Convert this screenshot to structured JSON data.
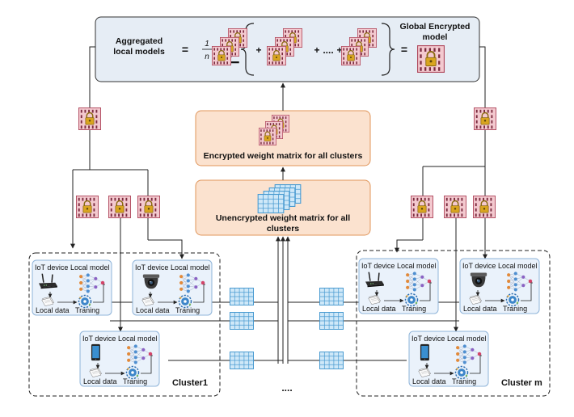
{
  "aggregation": {
    "label_line1": "Aggregated",
    "label_line2": "local models",
    "equals": "=",
    "fraction_num": "1",
    "fraction_den": "n",
    "times": "*",
    "sigma": "∑",
    "plus1": "+",
    "plus2": "+",
    "dots": "....",
    "plus3": "+",
    "equals2": "=",
    "global_line1": "Global Encrypted",
    "global_line2": "model"
  },
  "encrypted_box": {
    "label": "Encrypted weight matrix for all clusters"
  },
  "unencrypted_box": {
    "label_line1": "Unencrypted weight matrix for all",
    "label_line2": "clusters"
  },
  "device_box": {
    "iot_device": "IoT device",
    "local_model": "Local model",
    "local_data": "Local data",
    "training": "Traning"
  },
  "clusters": {
    "cluster1": "Cluster1",
    "clusterm": "Cluster m"
  },
  "middle_dots": "....",
  "colors": {
    "top_panel_fill": "#e6edf5",
    "orange_fill": "#fbe2cf",
    "orange_stroke": "#e0955a",
    "device_fill": "#eaf2fb",
    "device_stroke": "#8fb4d9",
    "lock_fill": "#f3c9cf",
    "lock_stroke": "#b04a5e",
    "lock_gold": "#d9a520",
    "matrix_fill": "#cfe8f8",
    "matrix_stroke": "#4a9bd1"
  }
}
